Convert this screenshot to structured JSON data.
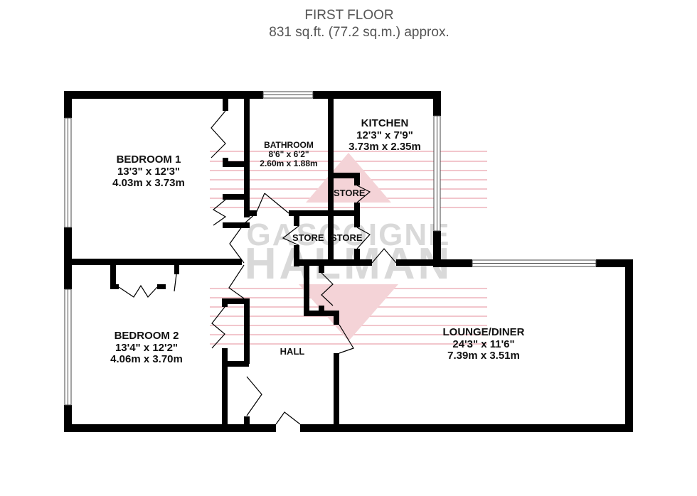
{
  "header": {
    "title": "FIRST FLOOR",
    "area": "831 sq.ft. (77.2 sq.m.) approx."
  },
  "watermark": {
    "line1": "GASCOIGNE",
    "line2": "HALMAN",
    "text_color": "#d9d9d9",
    "stripe_color": "#f2c6cc"
  },
  "colors": {
    "wall": "#000000",
    "window": "#ffffff",
    "label": "#111111",
    "header_text": "#555555"
  },
  "rooms": [
    {
      "id": "bedroom1",
      "name": "BEDROOM 1",
      "imperial": "13'3\"  x 12'3\"",
      "metric": "4.03m  x 3.73m"
    },
    {
      "id": "bathroom",
      "name": "BATHROOM",
      "imperial": "8'6\"  x 6'2\"",
      "metric": "2.60m  x 1.88m"
    },
    {
      "id": "kitchen",
      "name": "KITCHEN",
      "imperial": "12'3\"  x 7'9\"",
      "metric": "3.73m  x 2.35m"
    },
    {
      "id": "bedroom2",
      "name": "BEDROOM 2",
      "imperial": "13'4\"  x 12'2\"",
      "metric": "4.06m  x 3.70m"
    },
    {
      "id": "hall",
      "name": "HALL"
    },
    {
      "id": "lounge",
      "name": "LOUNGE/DINER",
      "imperial": "24'3\"  x 11'6\"",
      "metric": "7.39m  x 3.51m"
    }
  ],
  "stores": [
    {
      "label": "STORE"
    },
    {
      "label": "STORE"
    },
    {
      "label": "STORE"
    }
  ]
}
